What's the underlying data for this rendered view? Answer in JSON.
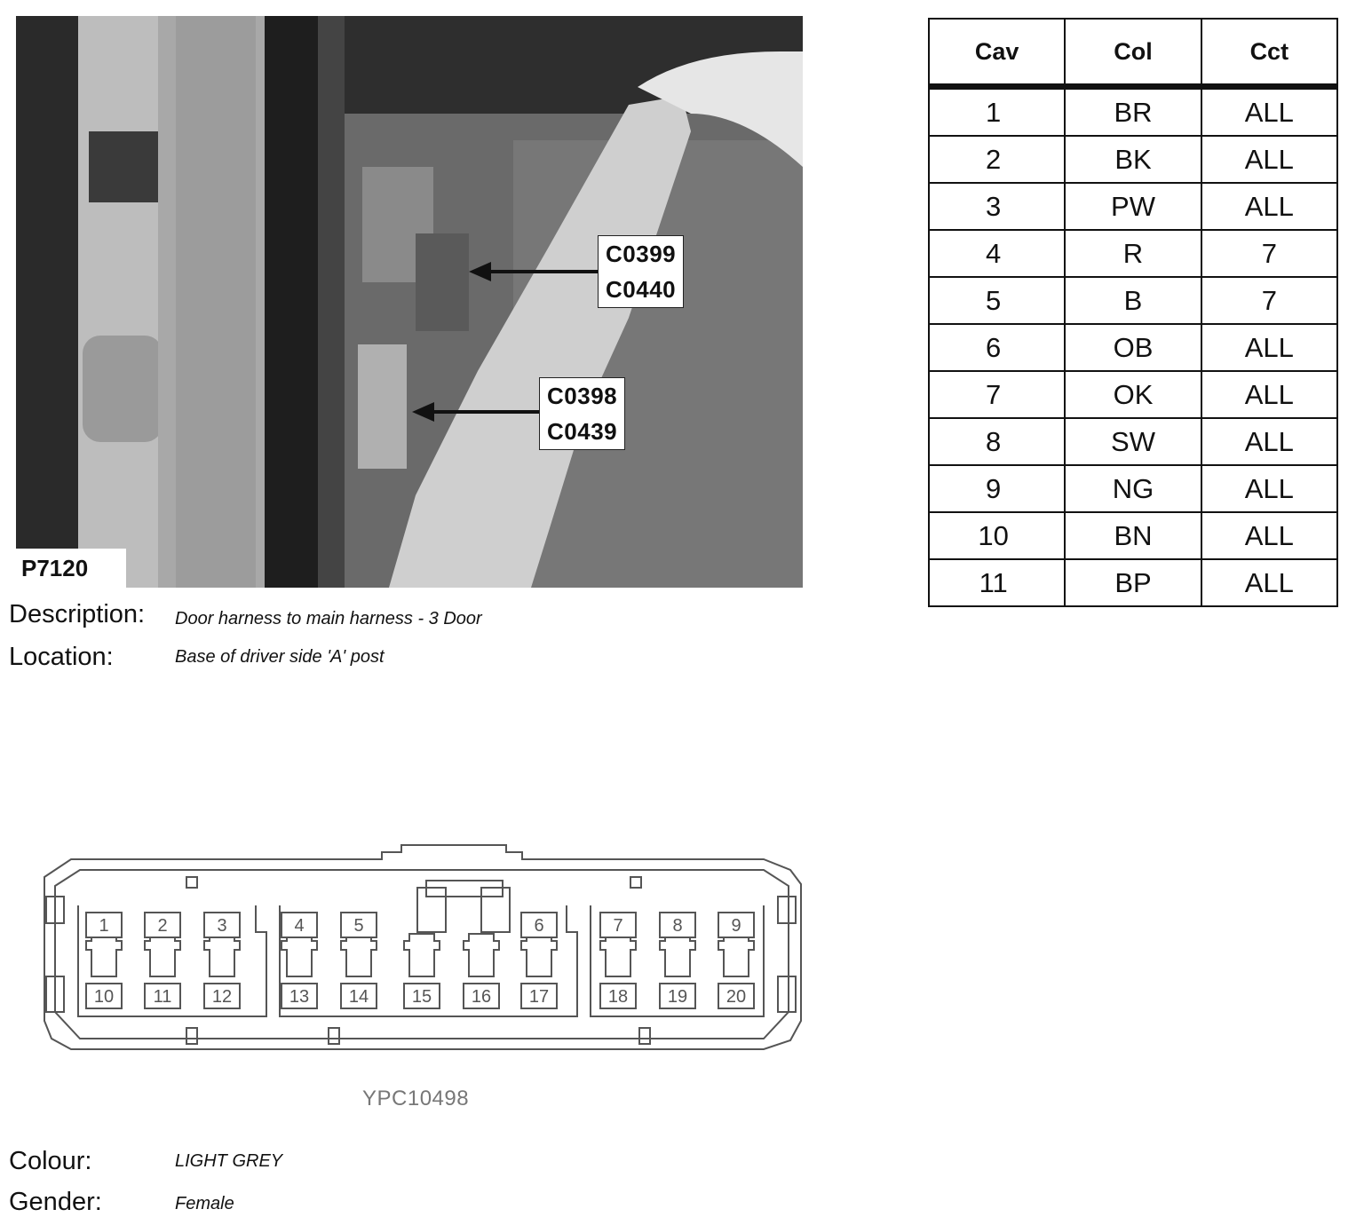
{
  "photo": {
    "id_label": "P7120",
    "callout_upper": [
      "C0399",
      "C0440"
    ],
    "callout_lower": [
      "C0398",
      "C0439"
    ]
  },
  "description": {
    "label": "Description:",
    "value": "Door harness to main harness - 3 Door"
  },
  "location": {
    "label": "Location:",
    "value": "Base of driver side 'A' post"
  },
  "table": {
    "headers": [
      "Cav",
      "Col",
      "Cct"
    ],
    "rows": [
      [
        "1",
        "BR",
        "ALL"
      ],
      [
        "2",
        "BK",
        "ALL"
      ],
      [
        "3",
        "PW",
        "ALL"
      ],
      [
        "4",
        "R",
        "7"
      ],
      [
        "5",
        "B",
        "7"
      ],
      [
        "6",
        "OB",
        "ALL"
      ],
      [
        "7",
        "OK",
        "ALL"
      ],
      [
        "8",
        "SW",
        "ALL"
      ],
      [
        "9",
        "NG",
        "ALL"
      ],
      [
        "10",
        "BN",
        "ALL"
      ],
      [
        "11",
        "BP",
        "ALL"
      ]
    ]
  },
  "connector": {
    "part_number": "YPC10498",
    "top_pins": [
      "1",
      "2",
      "3",
      "4",
      "5",
      "6",
      "7",
      "8",
      "9"
    ],
    "bottom_pins": [
      "10",
      "11",
      "12",
      "13",
      "14",
      "15",
      "16",
      "17",
      "18",
      "19",
      "20"
    ]
  },
  "colour": {
    "label": "Colour:",
    "value": "LIGHT GREY"
  },
  "gender": {
    "label": "Gender:",
    "value": "Female"
  }
}
